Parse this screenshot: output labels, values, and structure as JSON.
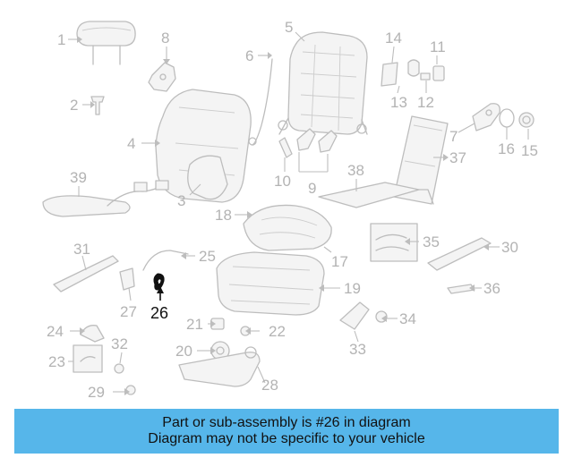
{
  "diagram": {
    "callouts": [
      "1",
      "2",
      "3",
      "4",
      "5",
      "6",
      "8",
      "10",
      "9",
      "11",
      "13",
      "12",
      "14",
      "7",
      "16",
      "15",
      "37",
      "38",
      "39",
      "18",
      "17",
      "35",
      "31",
      "25",
      "30",
      "27",
      "26",
      "19",
      "36",
      "24",
      "21",
      "22",
      "34",
      "33",
      "32",
      "23",
      "20",
      "29",
      "28"
    ],
    "highlighted": "26"
  },
  "banner": {
    "line1": "Part or sub-assembly is #26 in diagram",
    "line2": "Diagram may not be specific to your vehicle"
  },
  "colors": {
    "banner": "#56b6ea",
    "linework": "#bdbdbd",
    "highlight": "#111111"
  }
}
